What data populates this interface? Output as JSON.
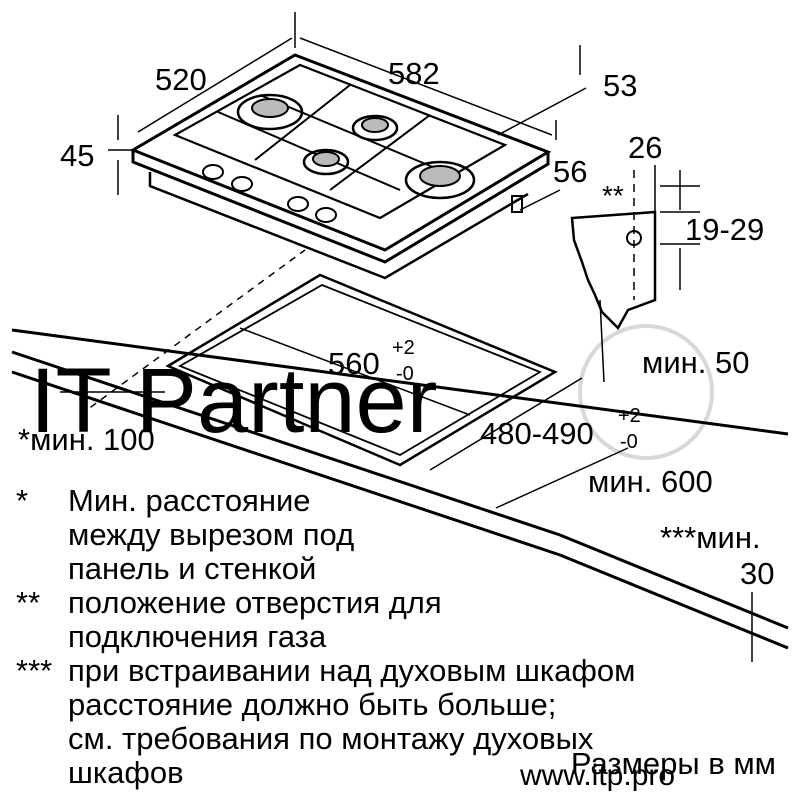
{
  "dimensions": {
    "width_520": "520",
    "length_582": "582",
    "depth_53": "53",
    "height_45": "45",
    "offset_56": "56",
    "detail_26": "26",
    "detail_range": "19-29",
    "gas_mark": "**",
    "cutout_width": "560",
    "cutout_width_tol_plus": "+2",
    "cutout_width_tol_minus": "-0",
    "cutout_depth": "480-490",
    "cutout_depth_tol_plus": "+2",
    "cutout_depth_tol_minus": "-0",
    "min_50": "мин. 50",
    "min_100": "*мин. 100",
    "min_600": "мин. 600",
    "min_30_label": "***мин.",
    "min_30_value": "30"
  },
  "notes": [
    {
      "mark": "*",
      "text": [
        "Мин. расстояние",
        "между вырезом под",
        "панель и стенкой"
      ]
    },
    {
      "mark": "**",
      "text": [
        "положение отверстия для",
        "подключения газа"
      ]
    },
    {
      "mark": "***",
      "text": [
        "при встраивании над духовым шкафом",
        "расстояние должно быть больше;",
        "см. требования по монтажу духовых",
        "шкафов"
      ]
    }
  ],
  "units_label": "Размеры в мм",
  "watermark": {
    "text": "IT Partner",
    "site": "www.itp.pro"
  }
}
